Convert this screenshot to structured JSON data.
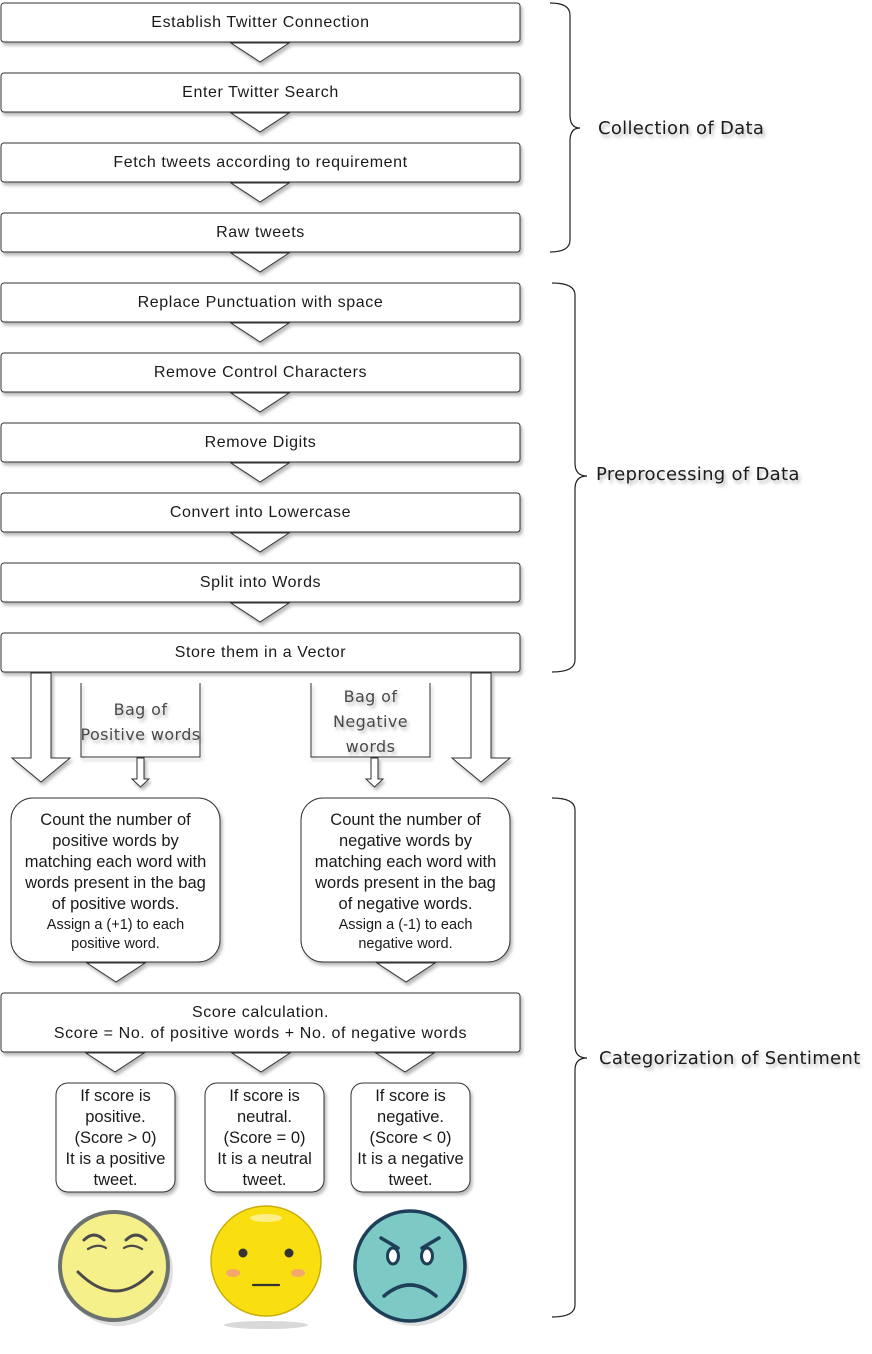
{
  "steps": [
    "Establish Twitter Connection",
    "Enter Twitter Search",
    "Fetch tweets according to requirement",
    "Raw tweets",
    "Replace Punctuation with space",
    "Remove Control Characters",
    "Remove Digits",
    "Convert into Lowercase",
    "Split into Words",
    "Store them in a Vector"
  ],
  "phases": {
    "collection": "Collection of Data",
    "preprocessing": "Preprocessing of Data",
    "categorization": "Categorization of Sentiment"
  },
  "bags": {
    "positive": [
      "Bag of",
      "Positive words"
    ],
    "negative": [
      "Bag of",
      "Negative",
      "words"
    ]
  },
  "count_boxes": {
    "positive": {
      "lines": [
        "Count the number of",
        "positive words by",
        "matching each word with",
        "words present in the bag",
        "of positive words."
      ],
      "small_lines": [
        "Assign a (+1) to each",
        "positive word."
      ]
    },
    "negative": {
      "lines": [
        "Count the number of",
        "negative words by",
        "matching each word with",
        "words present in the bag",
        "of negative words."
      ],
      "small_lines": [
        "Assign a (-1) to each",
        "negative word."
      ]
    }
  },
  "score_box": {
    "line1": "Score calculation.",
    "line2": "Score = No. of positive words + No. of negative words"
  },
  "outcomes": {
    "positive": [
      "If score is",
      "positive.",
      "(Score > 0)",
      "It is a positive",
      "tweet."
    ],
    "neutral": [
      "If score is",
      "neutral.",
      "(Score = 0)",
      "It is a neutral",
      "tweet."
    ],
    "negative": [
      "If score is",
      "negative.",
      "(Score < 0)",
      "It is a negative",
      "tweet."
    ]
  },
  "colors": {
    "happy_face": "#f5f08a",
    "neutral_face": "#f9df10",
    "sad_face": "#7cc9c6",
    "sad_outline": "#1d3f57",
    "cheek": "#f4a96a"
  },
  "icons": [
    "smiling-face-icon",
    "neutral-face-icon",
    "frowning-face-icon"
  ]
}
